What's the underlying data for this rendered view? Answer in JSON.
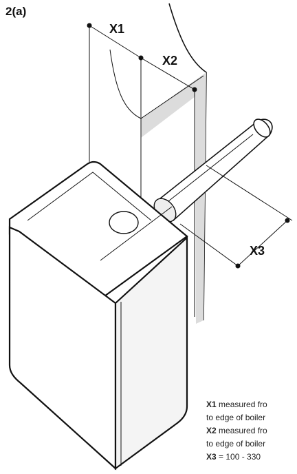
{
  "figure": {
    "number": "2(a)",
    "labels": {
      "x1": "X1",
      "x2": "X2",
      "x3": "X3"
    }
  },
  "caption": {
    "lines": [
      {
        "key": "X1",
        "text": " measured fro"
      },
      {
        "key": "",
        "text": "to edge of boiler"
      },
      {
        "key": "X2",
        "text": " measured fro"
      },
      {
        "key": "",
        "text": "to edge of boiler"
      },
      {
        "key": "X3",
        "text": " = 100 - 330"
      }
    ]
  },
  "colors": {
    "ink": "#111111",
    "shade": "#dcdcdc",
    "background": "#ffffff"
  }
}
